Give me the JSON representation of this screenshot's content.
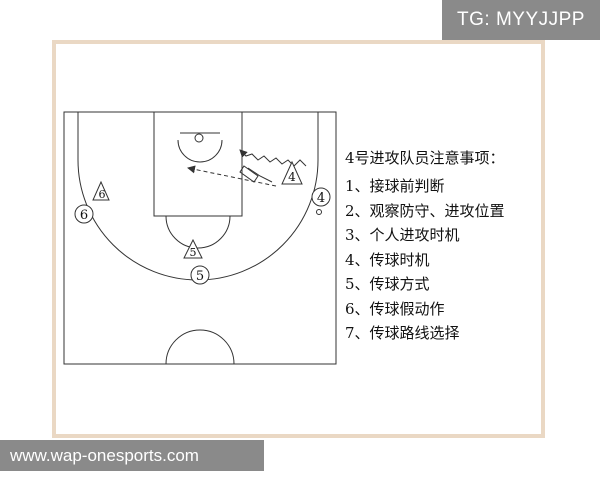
{
  "badges": {
    "telegram": "TG: MYYJJPP",
    "site": "www.wap-onesports.com"
  },
  "diagram": {
    "players": [
      {
        "id": "p4-triangle",
        "label": "4",
        "shape": "triangle"
      },
      {
        "id": "p4-circle",
        "label": "4",
        "shape": "circle"
      },
      {
        "id": "p6-triangle",
        "label": "6",
        "shape": "triangle"
      },
      {
        "id": "p6-circle",
        "label": "6",
        "shape": "circle"
      },
      {
        "id": "p5-triangle",
        "label": "5",
        "shape": "triangle"
      },
      {
        "id": "p5-circle",
        "label": "5",
        "shape": "circle"
      }
    ],
    "colors": {
      "lines": "#333333",
      "frame": "#ead8c4",
      "badge": "#8a8a8a"
    }
  },
  "notes": {
    "title": "4号进攻队员注意事项：",
    "items": [
      "1、接球前判断",
      "2、观察防守、进攻位置",
      "3、个人进攻时机",
      "4、传球时机",
      "5、传球方式",
      "6、传球假动作",
      "7、传球路线选择"
    ]
  }
}
